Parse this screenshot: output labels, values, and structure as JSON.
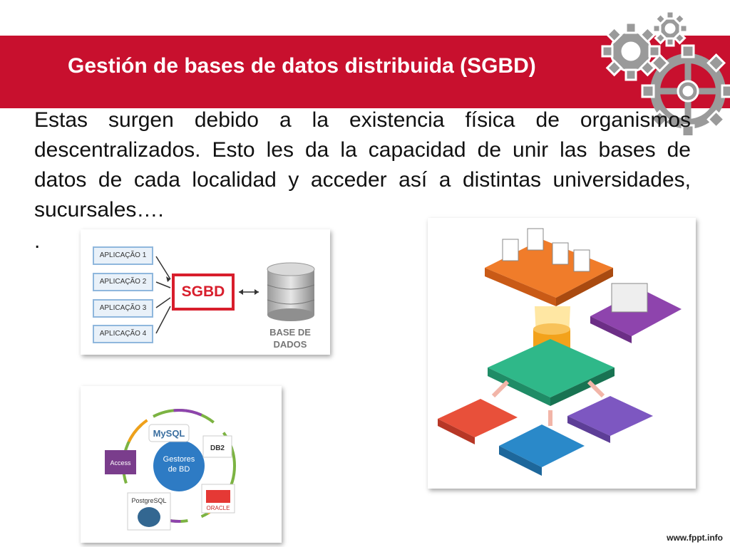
{
  "slide": {
    "title": "Gestión de bases de datos distribuida (SGBD)",
    "body": "Estas surgen debido a la existencia física de organismos descentralizados. Esto les da la capacidad de unir las bases de datos de cada localidad y acceder así a distintas universidades, sucursales….",
    "bullet_dot": ".",
    "footer": "www.fppt.info"
  },
  "diagram_sgbd": {
    "apps": [
      "APLICAÇÃO 1",
      "APLICAÇÃO 2",
      "APLICAÇÃO 3",
      "APLICAÇÃO 4"
    ],
    "center": "SGBD",
    "db_line1": "BASE DE",
    "db_line2": "DADOS"
  },
  "diagram_gestores": {
    "center_line1": "Gestores",
    "center_line2": "de BD",
    "products": [
      "MySQL",
      "Access",
      "PostgreSQL",
      "ORACLE",
      "DB2"
    ]
  },
  "colors": {
    "brand_red": "#c8102e",
    "gear_gray": "#9a9a9a"
  }
}
